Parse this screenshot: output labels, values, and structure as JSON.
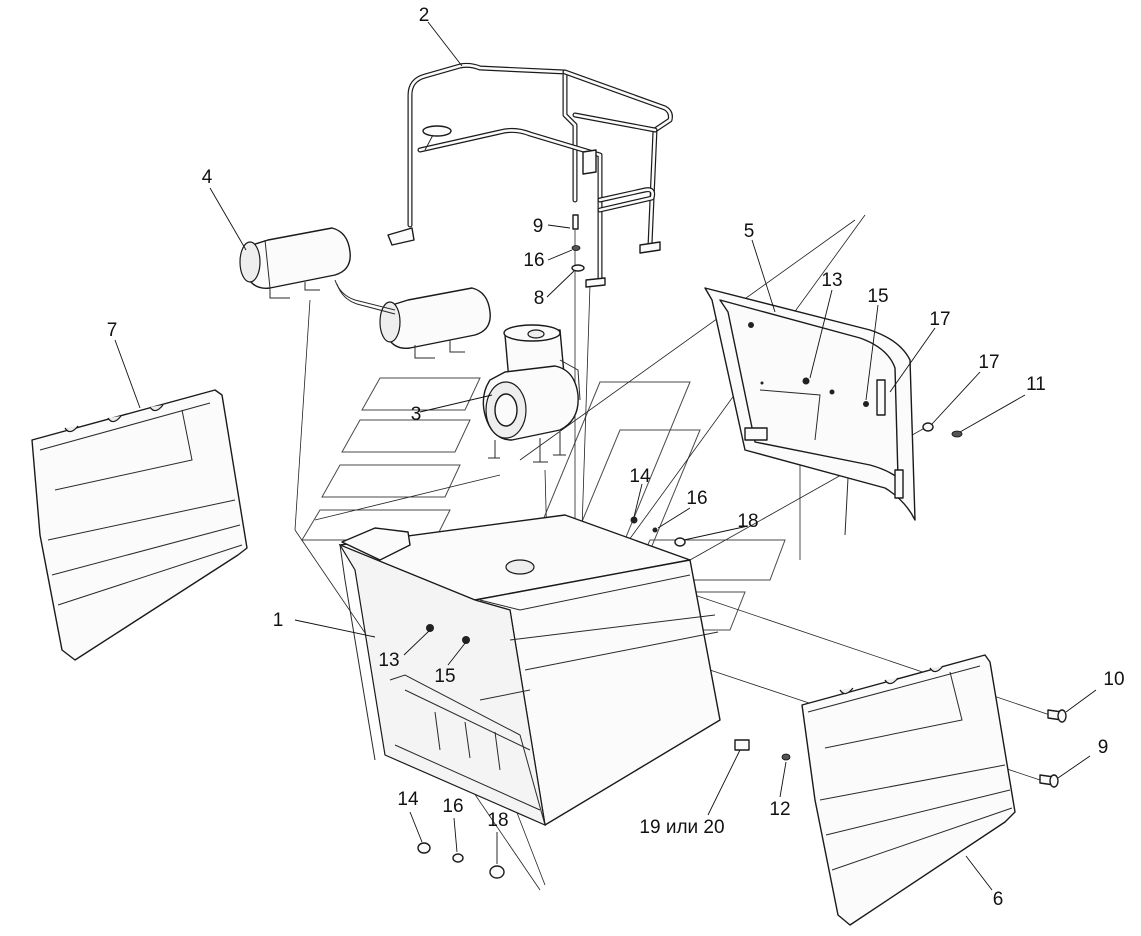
{
  "callouts": {
    "c1": "1",
    "c2": "2",
    "c3": "3",
    "c4": "4",
    "c5": "5",
    "c6": "6",
    "c7": "7",
    "c8": "8",
    "c9a": "9",
    "c9b": "9",
    "c10": "10",
    "c11": "11",
    "c12": "12",
    "c13a": "13",
    "c13b": "13",
    "c14a": "14",
    "c14b": "14",
    "c15a": "15",
    "c15b": "15",
    "c16a": "16",
    "c16b": "16",
    "c16c": "16",
    "c17a": "17",
    "c17b": "17",
    "c18a": "18",
    "c18b": "18",
    "c19": "19 или 20"
  },
  "colors": {
    "line": "#1a1a1a",
    "fill": "#fbfbfb",
    "background": "#ffffff"
  }
}
